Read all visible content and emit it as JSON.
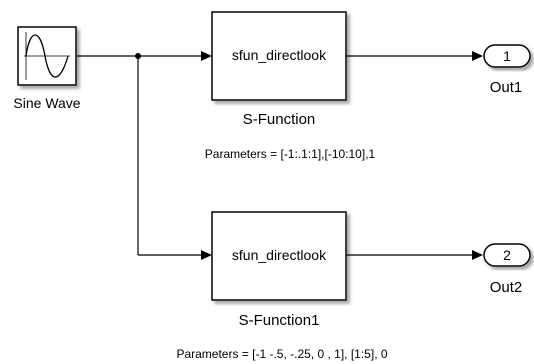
{
  "diagram": {
    "source": {
      "label": "Sine Wave",
      "icon": "sine-wave-icon"
    },
    "sfunctions": [
      {
        "block_text": "sfun_directlook",
        "name": "S-Function",
        "parameters": "Parameters = [-1:.1:1],[-10:10],1"
      },
      {
        "block_text": "sfun_directlook",
        "name": "S-Function1",
        "parameters": "Parameters = [-1 -.5, -.25, 0 , 1], [1:5], 0"
      }
    ],
    "outports": [
      {
        "number": "1",
        "label": "Out1"
      },
      {
        "number": "2",
        "label": "Out2"
      }
    ]
  }
}
